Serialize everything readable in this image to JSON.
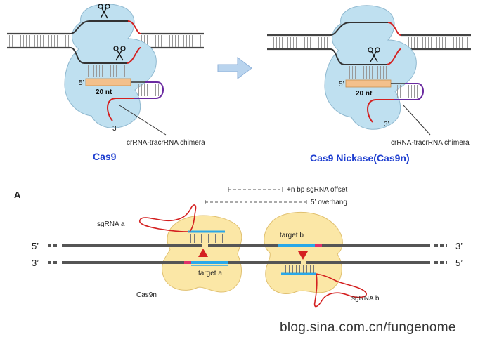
{
  "top": {
    "left_title": "Cas9",
    "right_title": "Cas9 Nickase(Cas9n)",
    "guide_length": "20 nt",
    "chimera_label": "crRNA-tracrRNA chimera",
    "five_prime": "5’",
    "three_prime": "3’"
  },
  "bottom": {
    "panel_letter": "A",
    "offset_label": "+n bp sgRNA offset",
    "overhang_label": "5’ overhang",
    "sgrna_a": "sgRNA a",
    "sgrna_b": "sgRNA b",
    "target_a": "target a",
    "target_b": "target b",
    "protein": "Cas9n",
    "five_prime": "5’",
    "three_prime": "3’"
  },
  "watermark": "blog.sina.com.cn/fungenome",
  "colors": {
    "protein_blue": "#bfe0f0",
    "protein_yellow": "#fbe7a6",
    "title_blue": "#1f3fd0",
    "rna_red": "#d42020",
    "tracr_purple": "#6a2aa0",
    "guide_orange": "#f3c08c",
    "target_cyan": "#2aa8e8",
    "pam_pink": "#e0306a"
  }
}
